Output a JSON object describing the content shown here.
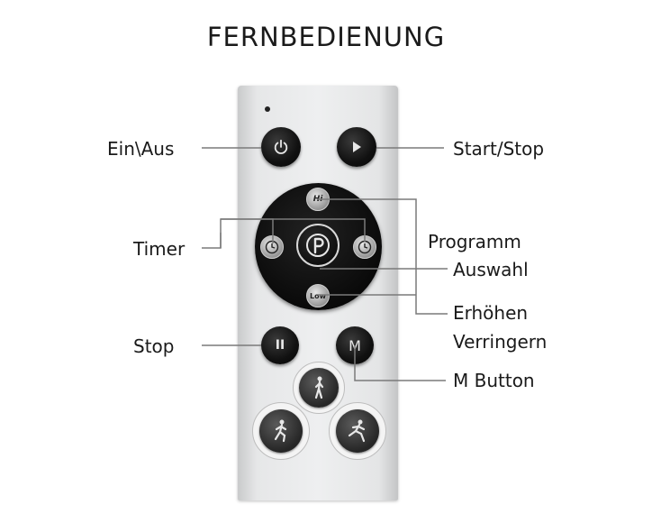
{
  "title": "FERNBEDIENUNG",
  "labels": {
    "power": "Ein\\Aus",
    "start_stop": "Start/Stop",
    "timer": "Timer",
    "program_line1": "Programm",
    "program_line2": "Auswahl",
    "adjust_line1": "Erhöhen",
    "adjust_line2": "Verringern",
    "stop": "Stop",
    "m_button": "M Button"
  },
  "buttons": {
    "hi": "Hi",
    "low": "Low",
    "pause": "II",
    "m": "M"
  },
  "icons": {
    "power": "power-icon",
    "play": "play-icon",
    "timer": "clock-icon",
    "program": "p-icon",
    "walking": "walking-person-icon",
    "jogging": "jogging-person-icon",
    "running": "running-person-icon"
  },
  "colors": {
    "remote_body": "#e6e7e8",
    "button": "#111111",
    "line": "#7a7a7a"
  }
}
